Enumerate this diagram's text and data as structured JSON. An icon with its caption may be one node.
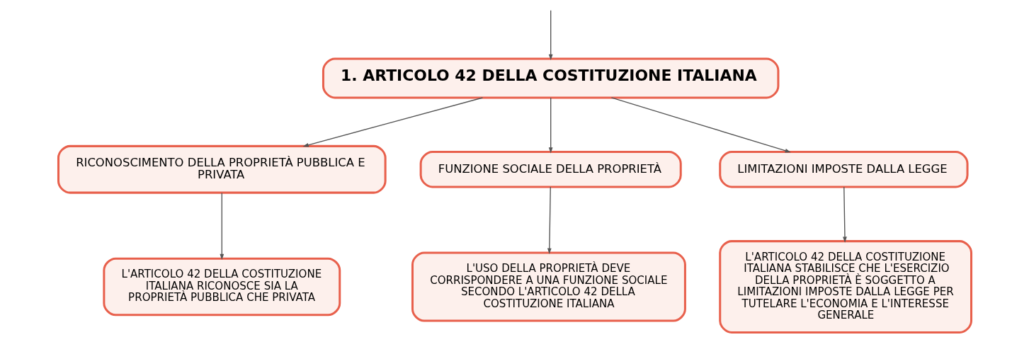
{
  "diagram": {
    "nodes": [
      {
        "text": [
          "1. ARTICOLO 42 DELLA COSTITUZIONE ITALIANA"
        ]
      },
      {
        "text": [
          "RICONOSCIMENTO DELLA PROPRIETÀ PUBBLICA E PRIVATA"
        ]
      },
      {
        "text": [
          "FUNZIONE SOCIALE DELLA PROPRIETÀ"
        ]
      },
      {
        "text": [
          "LIMITAZIONI IMPOSTE DALLA LEGGE"
        ]
      },
      {
        "text": [
          "L'ARTICOLO 42 DELLA COSTITUZIONE ITALIANA RICONOSCE SIA LA PROPRIETÀ PUBBLICA CHE PRIVATA"
        ]
      },
      {
        "text": [
          "L'USO DELLA PROPRIETÀ DEVE CORRISPONDERE A UNA FUNZIONE SOCIALE SECONDO L'ARTICOLO 42 DELLA COSTITUZIONE ITALIANA"
        ]
      },
      {
        "text": [
          "L'ARTICOLO 42 DELLA COSTITUZIONE ITALIANA STABILISCE CHE L'ESERCIZIO DELLA PROPRIETÀ È SOGGETTO A LIMITAZIONI IMPOSTE DALLA LEGGE PER TUTELARE L'ECONOMIA E L'INTERESSE GENERALE"
        ]
      }
    ],
    "edges": [
      {
        "from": null,
        "to": 0,
        "arrow": "to"
      },
      {
        "from": 0,
        "to": 1,
        "arrow": "to"
      },
      {
        "from": 0,
        "to": 2,
        "arrow": "to"
      },
      {
        "from": 0,
        "to": 3,
        "arrow": "to"
      },
      {
        "from": 1,
        "to": 4,
        "arrow": "to"
      },
      {
        "from": 2,
        "to": 5,
        "arrow": "to"
      },
      {
        "from": 3,
        "to": 6,
        "arrow": "to"
      }
    ]
  }
}
